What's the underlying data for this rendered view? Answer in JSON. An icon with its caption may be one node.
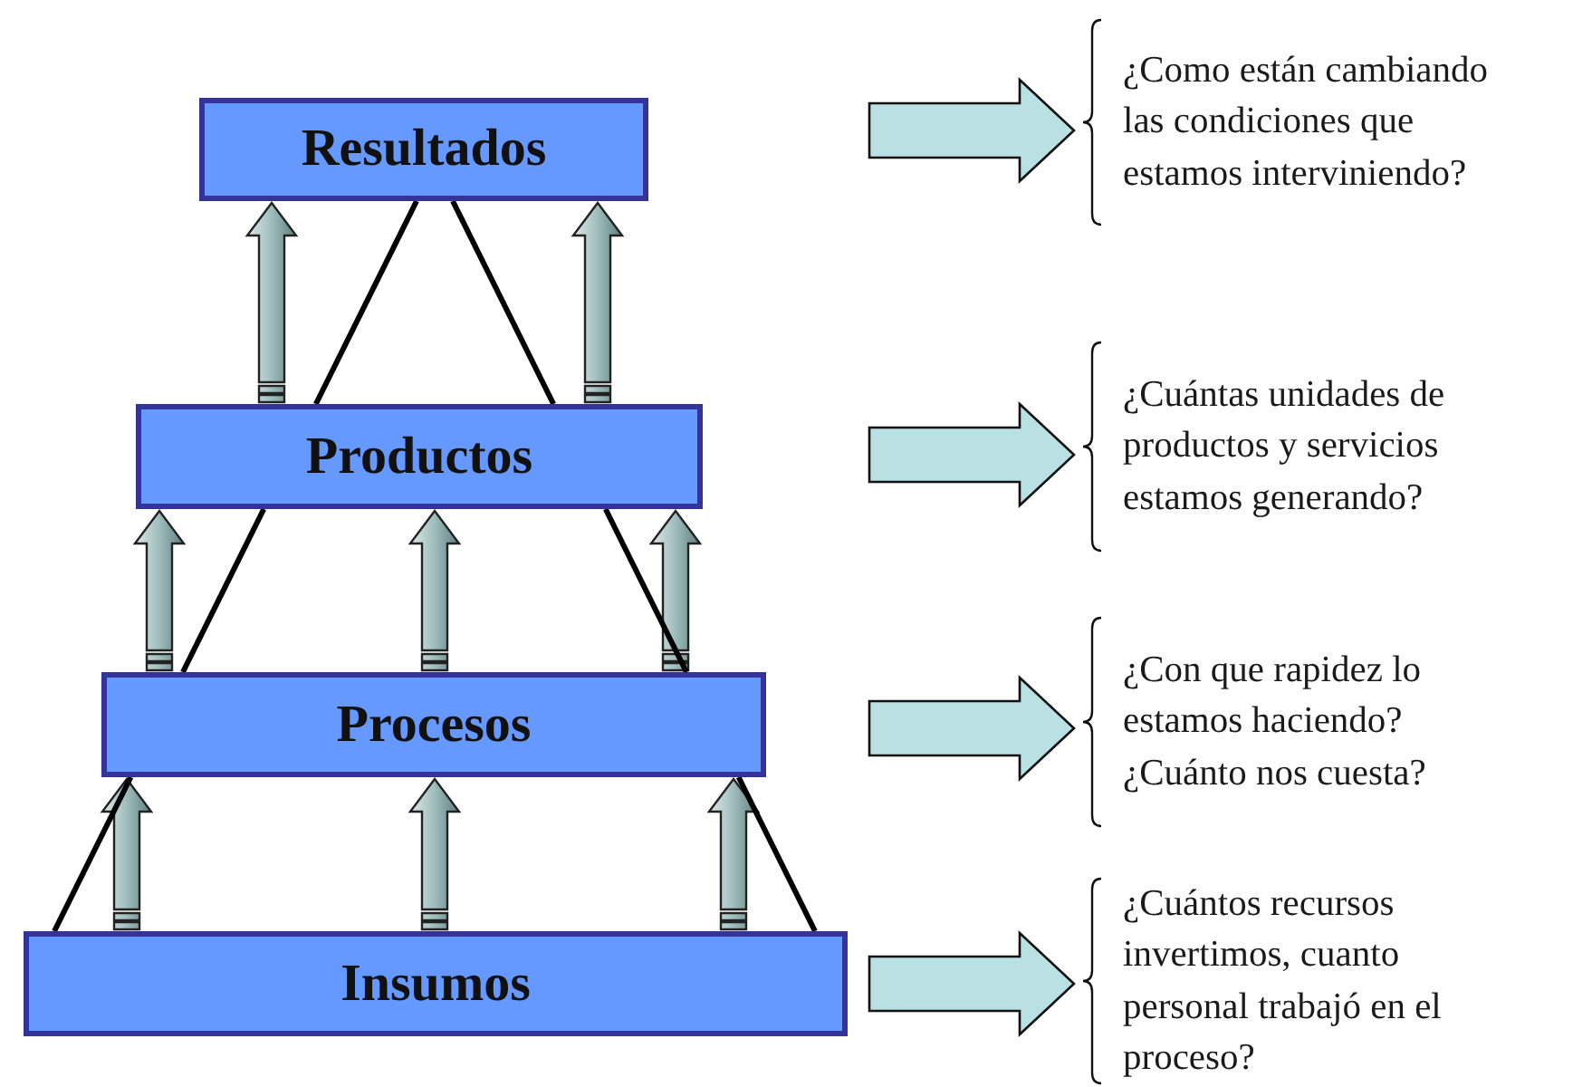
{
  "diagram": {
    "nodes": [
      {
        "text": [
          "Resultados"
        ]
      },
      {
        "text": [
          "Productos"
        ]
      },
      {
        "text": [
          "Procesos"
        ]
      },
      {
        "text": [
          "Insumos"
        ]
      },
      {
        "text": [
          "¿Como están cambiando las condiciones que estamos interviniendo?"
        ]
      },
      {
        "text": [
          "¿Cuántas unidades de productos y servicios estamos generando?"
        ]
      },
      {
        "text": [
          "¿Con que rapidez lo estamos haciendo? ¿Cuánto nos cuesta?"
        ]
      },
      {
        "text": [
          "¿Cuántos recursos invertimos, cuanto personal trabajó en el proceso?"
        ]
      }
    ],
    "edges": [
      {
        "from": 1,
        "to": 0,
        "arrow": "to"
      },
      {
        "from": 1,
        "to": 0,
        "arrow": "to"
      },
      {
        "from": 2,
        "to": 1,
        "arrow": "to"
      },
      {
        "from": 2,
        "to": 1,
        "arrow": "to"
      },
      {
        "from": 2,
        "to": 1,
        "arrow": "to"
      },
      {
        "from": 3,
        "to": 2,
        "arrow": "to"
      },
      {
        "from": 3,
        "to": 2,
        "arrow": "to"
      },
      {
        "from": 3,
        "to": 2,
        "arrow": "to"
      },
      {
        "from": null,
        "to": 4,
        "arrow": "to"
      },
      {
        "from": null,
        "to": 5,
        "arrow": "to"
      },
      {
        "from": null,
        "to": 6,
        "arrow": "to"
      },
      {
        "from": null,
        "to": 7,
        "arrow": "to"
      },
      {
        "from": 1,
        "to": 0,
        "arrow": "none"
      },
      {
        "from": 1,
        "to": 0,
        "arrow": "none"
      },
      {
        "from": 2,
        "to": 1,
        "arrow": "none"
      },
      {
        "from": 2,
        "to": 1,
        "arrow": "none"
      },
      {
        "from": 3,
        "to": 2,
        "arrow": "none"
      },
      {
        "from": 3,
        "to": 2,
        "arrow": "none"
      }
    ]
  }
}
